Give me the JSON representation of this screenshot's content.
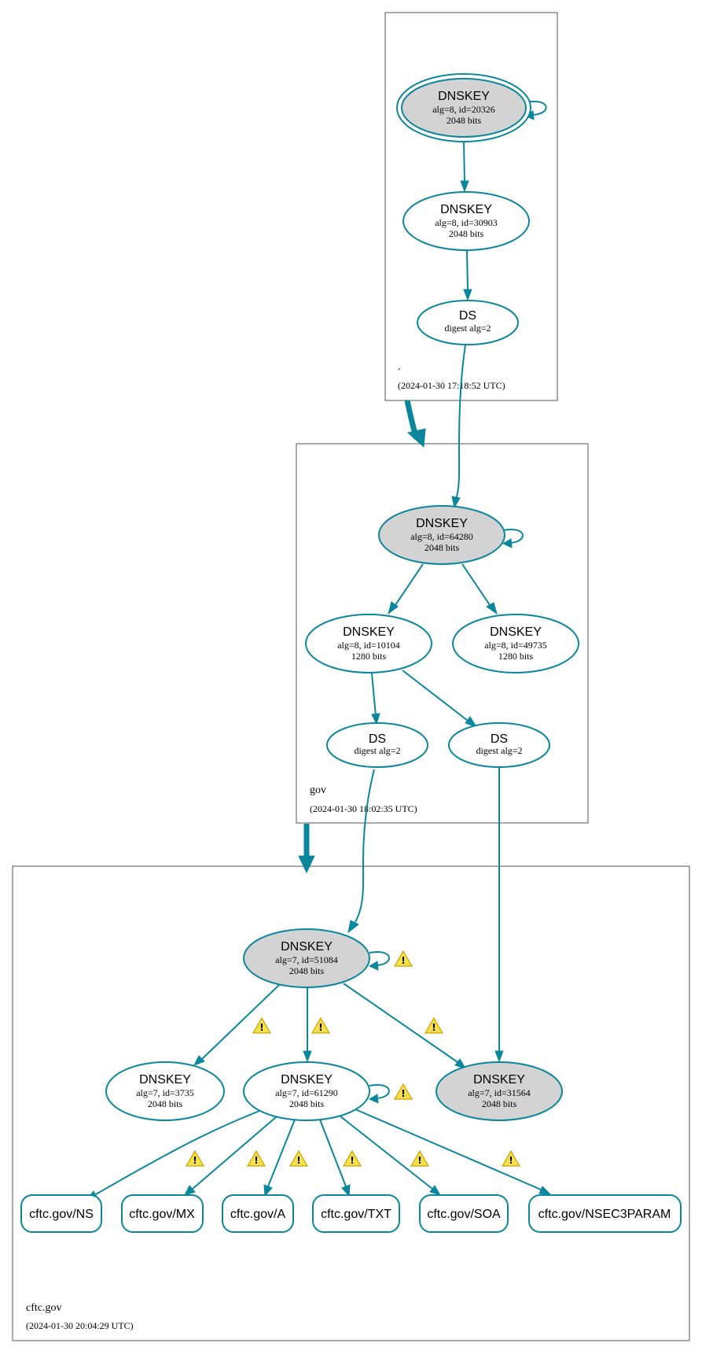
{
  "colors": {
    "edge": "#0a879a",
    "sep_fill": "#d3d3d3",
    "plain_fill": "#ffffff",
    "warning": "#f6e04b"
  },
  "zones": {
    "root": {
      "name": ".",
      "timestamp": "(2024-01-30 17:18:52 UTC)"
    },
    "gov": {
      "name": "gov",
      "timestamp": "(2024-01-30 18:02:35 UTC)"
    },
    "cftc": {
      "name": "cftc.gov",
      "timestamp": "(2024-01-30 20:04:29 UTC)"
    }
  },
  "nodes": {
    "root_ksk": {
      "title": "DNSKEY",
      "sub1": "alg=8, id=20326",
      "sub2": "2048 bits"
    },
    "root_zsk": {
      "title": "DNSKEY",
      "sub1": "alg=8, id=30903",
      "sub2": "2048 bits"
    },
    "root_ds": {
      "title": "DS",
      "sub1": "digest alg=2"
    },
    "gov_ksk": {
      "title": "DNSKEY",
      "sub1": "alg=8, id=64280",
      "sub2": "2048 bits"
    },
    "gov_zsk1": {
      "title": "DNSKEY",
      "sub1": "alg=8, id=10104",
      "sub2": "1280 bits"
    },
    "gov_zsk2": {
      "title": "DNSKEY",
      "sub1": "alg=8, id=49735",
      "sub2": "1280 bits"
    },
    "gov_ds1": {
      "title": "DS",
      "sub1": "digest alg=2"
    },
    "gov_ds2": {
      "title": "DS",
      "sub1": "digest alg=2"
    },
    "cftc_ksk": {
      "title": "DNSKEY",
      "sub1": "alg=7, id=51084",
      "sub2": "2048 bits"
    },
    "cftc_k3735": {
      "title": "DNSKEY",
      "sub1": "alg=7, id=3735",
      "sub2": "2048 bits"
    },
    "cftc_zsk": {
      "title": "DNSKEY",
      "sub1": "alg=7, id=61290",
      "sub2": "2048 bits"
    },
    "cftc_k31564": {
      "title": "DNSKEY",
      "sub1": "alg=7, id=31564",
      "sub2": "2048 bits"
    }
  },
  "rrsets": {
    "ns": "cftc.gov/NS",
    "mx": "cftc.gov/MX",
    "a": "cftc.gov/A",
    "txt": "cftc.gov/TXT",
    "soa": "cftc.gov/SOA",
    "nsec3param": "cftc.gov/NSEC3PARAM"
  },
  "warnings": {
    "mark": "!"
  }
}
